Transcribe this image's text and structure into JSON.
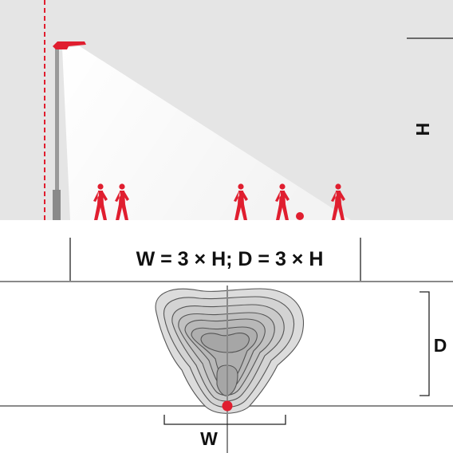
{
  "labels": {
    "height": "H",
    "formula": "W = 3 × H; D = 3 × H",
    "depth": "D",
    "width": "W"
  },
  "colors": {
    "sky": "#e5e5e5",
    "accent": "#e01e2f",
    "pole": "#9a9a9a",
    "line": "#8a8a8a",
    "dark": "#222222"
  },
  "figures": [
    "person",
    "person",
    "person",
    "person",
    "person",
    "ball"
  ]
}
